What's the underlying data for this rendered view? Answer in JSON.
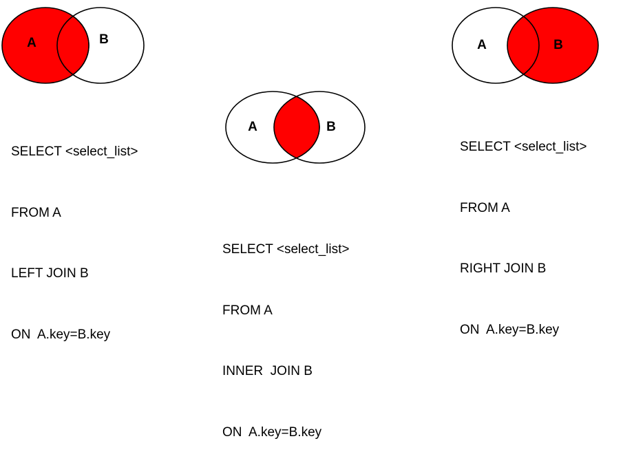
{
  "colors": {
    "fill": "#ff0000",
    "stroke": "#000000",
    "background": "#ffffff"
  },
  "diagrams": [
    {
      "join": "left",
      "label_a": "A",
      "label_b": "B",
      "highlight": "left",
      "sql": [
        "SELECT <select_list>",
        "FROM A",
        "LEFT JOIN B",
        "ON  A.key=B.key"
      ]
    },
    {
      "join": "inner",
      "label_a": "A",
      "label_b": "B",
      "highlight": "intersection",
      "sql": [
        "SELECT <select_list>",
        "FROM A",
        "INNER  JOIN B",
        "ON  A.key=B.key"
      ]
    },
    {
      "join": "right",
      "label_a": "A",
      "label_b": "B",
      "highlight": "right",
      "sql": [
        "SELECT <select_list>",
        "FROM A",
        "RIGHT JOIN B",
        "ON  A.key=B.key"
      ]
    }
  ]
}
